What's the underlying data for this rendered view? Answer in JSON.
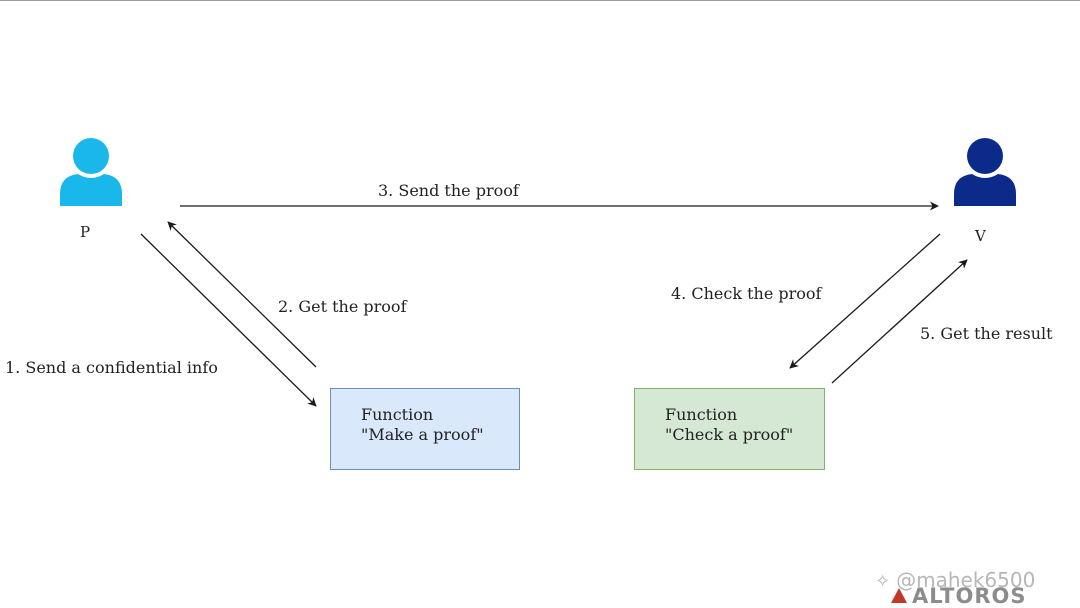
{
  "colors": {
    "prover": "#1ab8ea",
    "verifier": "#0c2a8a",
    "arrow": "#1a1a1a",
    "make_box_fill": "#dae8fc",
    "make_box_border": "#6c8ebf",
    "check_box_fill": "#d5e8d4",
    "check_box_border": "#82b366"
  },
  "actors": {
    "prover": {
      "label": "P",
      "icon": "user-icon"
    },
    "verifier": {
      "label": "V",
      "icon": "user-icon"
    }
  },
  "steps": {
    "s1": "1. Send a confidential info",
    "s2": "2. Get the proof",
    "s3": "3. Send the proof",
    "s4": "4. Check the proof",
    "s5": "5. Get the result"
  },
  "boxes": {
    "make": {
      "line1": "Function",
      "line2": "\"Make a proof\""
    },
    "check": {
      "line1": "Function",
      "line2": "\"Check a proof\""
    }
  },
  "watermark": {
    "icon": "sparkle-icon",
    "text": "@mahek6500"
  },
  "brand": {
    "text": "ALTOROS",
    "icon": "altoros-logo-icon"
  }
}
